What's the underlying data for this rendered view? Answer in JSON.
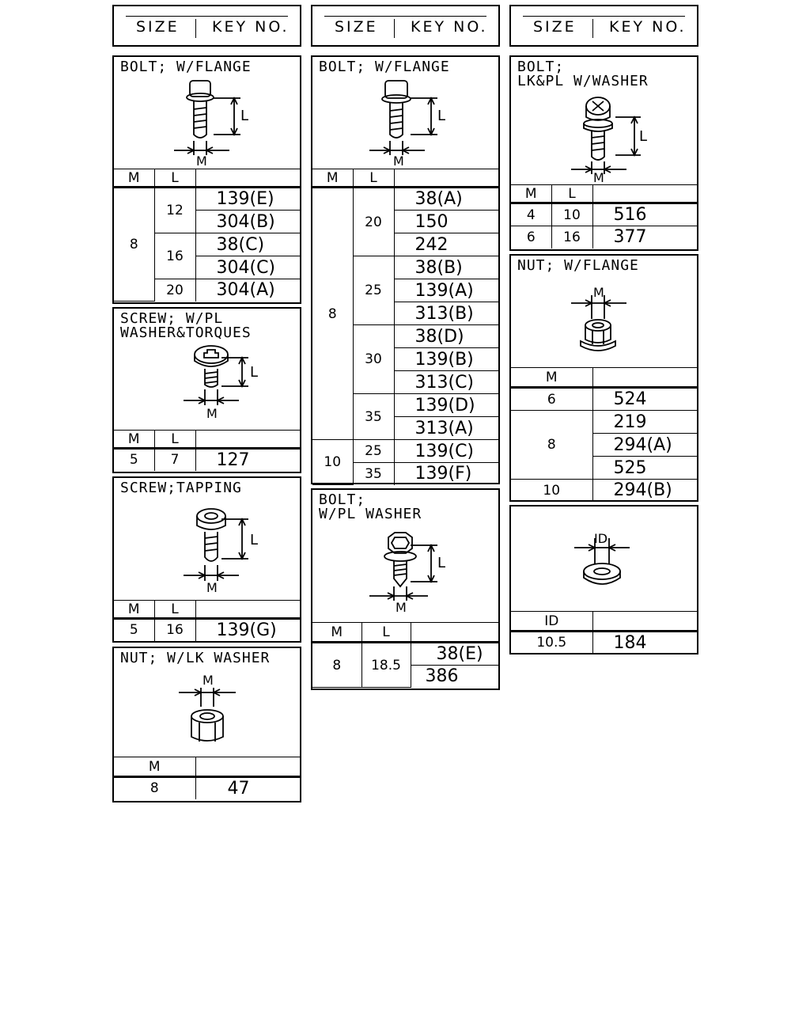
{
  "header": {
    "size_label": "SIZE",
    "key_label": "KEY NO."
  },
  "cards": {
    "bolt_flange_a": {
      "title": "BOLT; W/FLANGE",
      "dim_l": "L",
      "dim_m": "M",
      "col_m": "M",
      "col_l": "L",
      "rows": [
        {
          "m": "8",
          "l": "12",
          "keys": [
            "139(E)",
            "304(B)"
          ]
        },
        {
          "l": "16",
          "keys": [
            "38(C)",
            "304(C)"
          ]
        },
        {
          "l": "20",
          "keys": [
            "304(A)"
          ]
        }
      ]
    },
    "screw_torques": {
      "title": "SCREW; W/PL\nWASHER&TORQUES",
      "dim_l": "L",
      "dim_m": "M",
      "col_m": "M",
      "col_l": "L",
      "rows": [
        {
          "m": "5",
          "l": "7",
          "key": "127"
        }
      ]
    },
    "screw_tapping": {
      "title": "SCREW;TAPPING",
      "dim_l": "L",
      "dim_m": "M",
      "col_m": "M",
      "col_l": "L",
      "rows": [
        {
          "m": "5",
          "l": "16",
          "key": "139(G)"
        }
      ]
    },
    "nut_lk": {
      "title": "NUT; W/LK WASHER",
      "dim_m": "M",
      "col_m": "M",
      "rows": [
        {
          "m": "8",
          "key": "47"
        }
      ]
    },
    "bolt_flange_b": {
      "title": "BOLT; W/FLANGE",
      "dim_l": "L",
      "dim_m": "M",
      "col_m": "M",
      "col_l": "L",
      "m8": "8",
      "m10": "10",
      "groups": [
        {
          "l": "20",
          "keys": [
            "38(A)",
            "150",
            "242"
          ]
        },
        {
          "l": "25",
          "keys": [
            "38(B)",
            "139(A)",
            "313(B)"
          ]
        },
        {
          "l": "30",
          "keys": [
            "38(D)",
            "139(B)",
            "313(C)"
          ]
        },
        {
          "l": "35",
          "keys": [
            "139(D)",
            "313(A)"
          ]
        },
        {
          "l": "25",
          "keys": [
            "139(C)"
          ]
        },
        {
          "l": "35",
          "keys": [
            "139(F)"
          ]
        }
      ]
    },
    "bolt_pl_washer": {
      "title": "BOLT;\nW/PL WASHER",
      "dim_l": "L",
      "dim_m": "M",
      "col_m": "M",
      "col_l": "L",
      "m": "8",
      "l": "18.5",
      "keys": [
        "38(E)",
        "386"
      ]
    },
    "bolt_lk_pl": {
      "title": "BOLT;\nLK&PL W/WASHER",
      "dim_l": "L",
      "dim_m": "M",
      "col_m": "M",
      "col_l": "L",
      "rows": [
        {
          "m": "4",
          "l": "10",
          "key": "516"
        },
        {
          "m": "6",
          "l": "16",
          "key": "377"
        }
      ]
    },
    "nut_flange": {
      "title": "NUT; W/FLANGE",
      "dim_m": "M",
      "col_m": "M",
      "m6": "6",
      "m8": "8",
      "m10": "10",
      "k6": "524",
      "k8": [
        "219",
        "294(A)",
        "525"
      ],
      "k10": "294(B)"
    },
    "washer": {
      "dim_id": "ID",
      "col_id": "ID",
      "id": "10.5",
      "key": "184"
    }
  }
}
